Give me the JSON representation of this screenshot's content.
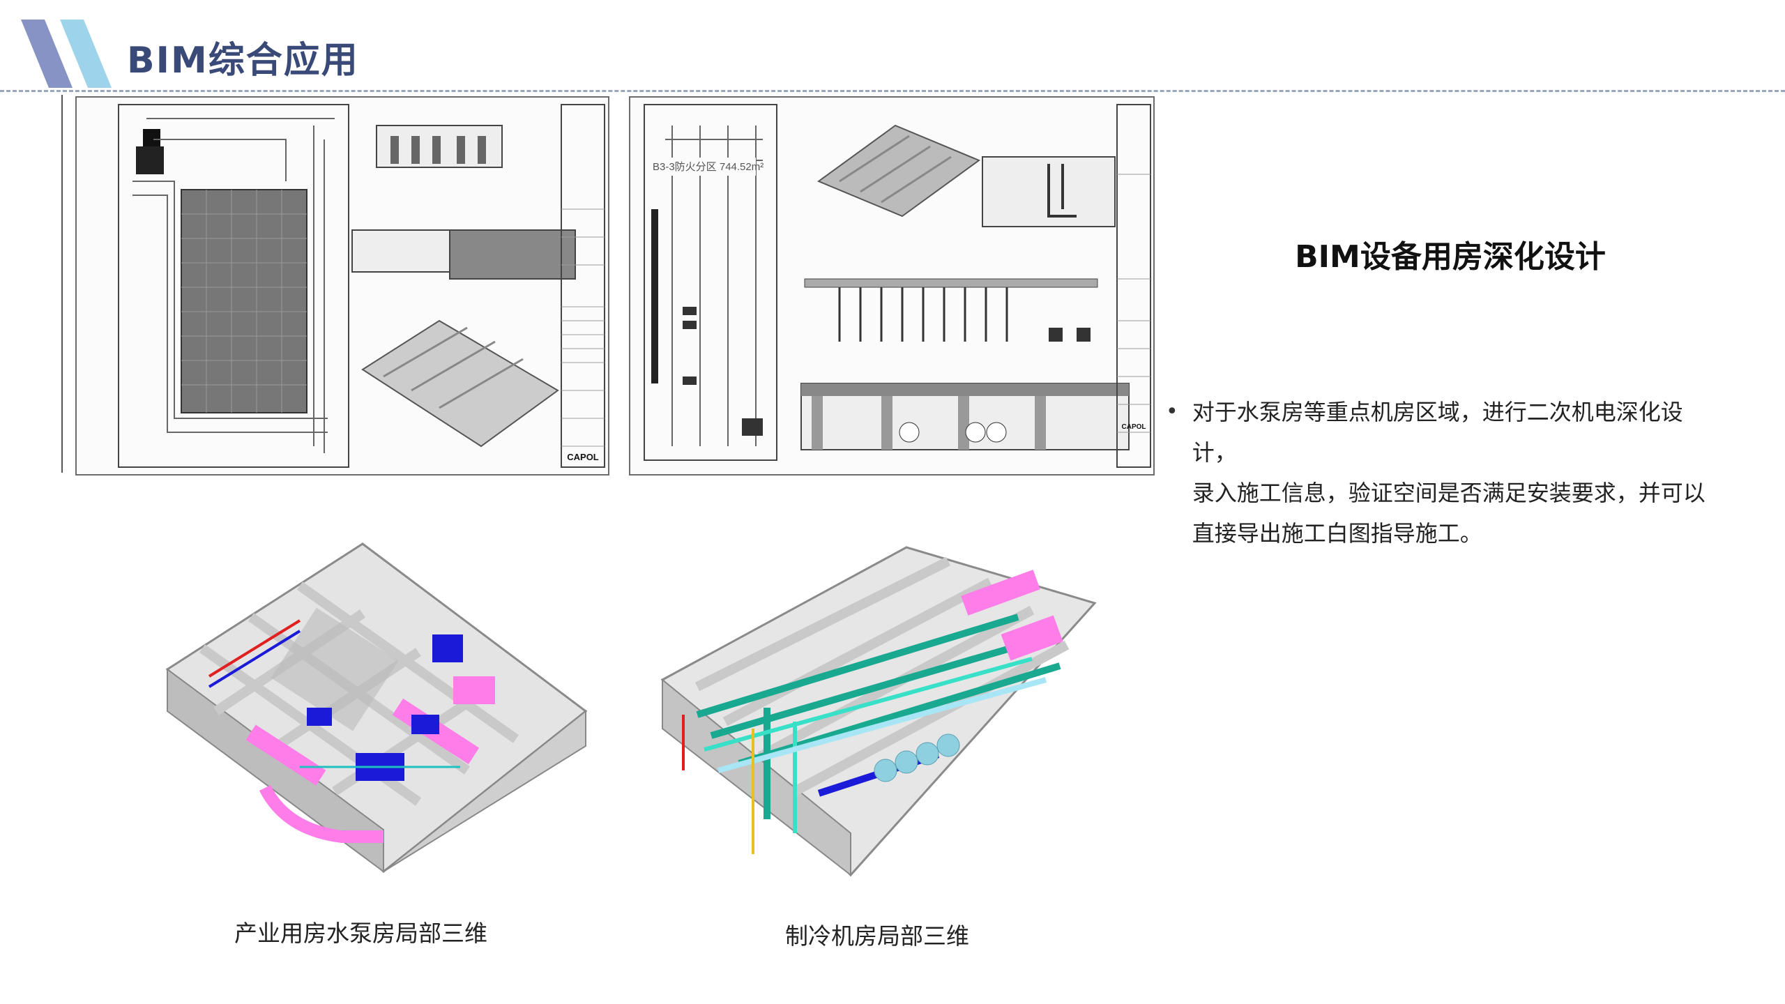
{
  "header": {
    "title": "BIM综合应用"
  },
  "drawings": [
    {
      "stamp_label": "CAPOL"
    },
    {
      "stamp_label": "CAPOL",
      "zone_label": "B3-3防火分区 744.52m²"
    }
  ],
  "section": {
    "heading": "BIM设备用房深化设计"
  },
  "description": {
    "lines": [
      "对于水泵房等重点机房区域，进行二次机电深化设计，",
      "录入施工信息，验证空间是否满足安装要求，并可以",
      "直接导出施工白图指导施工。"
    ]
  },
  "renders": [
    {
      "caption": "产业用房水泵房局部三维"
    },
    {
      "caption": "制冷机房局部三维"
    }
  ],
  "colors": {
    "title": "#3a4a78",
    "logo_dark": "#8793c4",
    "logo_light": "#9ed3ec",
    "divider": "#9aa6bd"
  }
}
